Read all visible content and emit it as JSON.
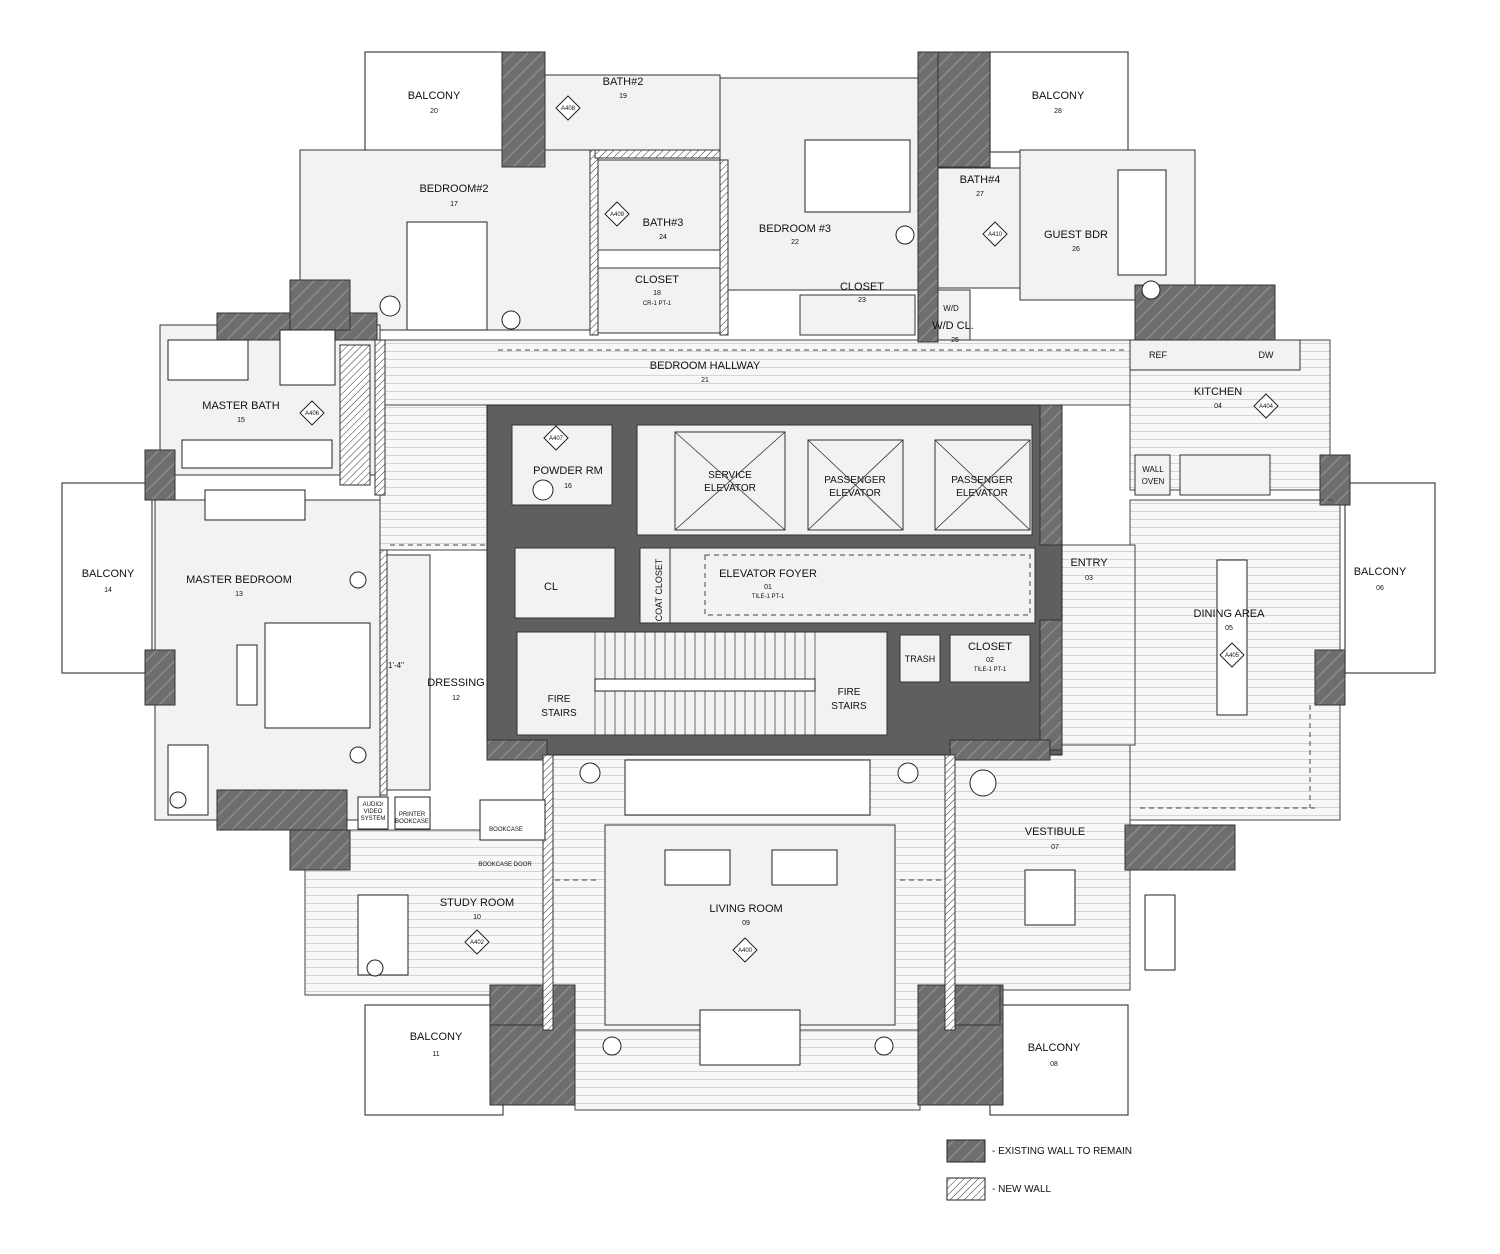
{
  "rooms": {
    "balcony_20": {
      "label": "BALCONY",
      "num": "20"
    },
    "bath2": {
      "label": "BATH#2",
      "num": "19"
    },
    "balcony_28": {
      "label": "BALCONY",
      "num": "28"
    },
    "bedroom2": {
      "label": "BEDROOM#2",
      "num": "17"
    },
    "bath3": {
      "label": "BATH#3",
      "num": "24"
    },
    "bedroom3": {
      "label": "BEDROOM #3",
      "num": "22"
    },
    "bath4": {
      "label": "BATH#4",
      "num": "27"
    },
    "guest_bdr": {
      "label": "GUEST BDR",
      "num": "26"
    },
    "closet18": {
      "label": "CLOSET",
      "num": "18",
      "tags": "CR-1  PT-1"
    },
    "closet23": {
      "label": "CLOSET",
      "num": "23"
    },
    "wd": {
      "label": "W/D",
      "sub": "W/D CL.",
      "num": "25"
    },
    "bedroom_hallway": {
      "label": "BEDROOM HALLWAY",
      "num": "21"
    },
    "ref": {
      "label": "REF"
    },
    "dw": {
      "label": "DW"
    },
    "kitchen": {
      "label": "KITCHEN",
      "num": "04"
    },
    "master_bath": {
      "label": "MASTER BATH",
      "num": "15"
    },
    "powder": {
      "label": "POWDER RM",
      "num": "16"
    },
    "service_elevator": {
      "label1": "SERVICE",
      "label2": "ELEVATOR"
    },
    "passenger_elevator_1": {
      "label1": "PASSENGER",
      "label2": "ELEVATOR"
    },
    "passenger_elevator_2": {
      "label1": "PASSENGER",
      "label2": "ELEVATOR"
    },
    "wall_oven": {
      "label1": "WALL",
      "label2": "OVEN"
    },
    "balcony_14": {
      "label": "BALCONY",
      "num": "14"
    },
    "master_bedroom": {
      "label": "MASTER BEDROOM",
      "num": "13"
    },
    "cl": {
      "label": "CL"
    },
    "coat_closet": {
      "label": "COAT CLOSET"
    },
    "elevator_foyer": {
      "label": "ELEVATOR FOYER",
      "num": "01",
      "tags": "TILE-1  PT-1"
    },
    "entry": {
      "label": "ENTRY",
      "num": "03"
    },
    "balcony_06": {
      "label": "BALCONY",
      "num": "06"
    },
    "dining": {
      "label": "DINING AREA",
      "num": "05"
    },
    "dressing": {
      "label": "DRESSING",
      "num": "12",
      "dim": "1'-4\""
    },
    "fire_stairs_left": {
      "label1": "FIRE",
      "label2": "STAIRS"
    },
    "fire_stairs_right": {
      "label1": "FIRE",
      "label2": "STAIRS"
    },
    "trash": {
      "label": "TRASH"
    },
    "closet02": {
      "label": "CLOSET",
      "num": "02",
      "tags": "TILE-1  PT-1"
    },
    "vestibule": {
      "label": "VESTIBULE",
      "num": "07"
    },
    "audio": {
      "label1": "AUDIO/",
      "label2": "VIDEO",
      "label3": "SYSTEM"
    },
    "printer": {
      "label1": "PRINTER",
      "label2": "BOOKCASE"
    },
    "bookcase": {
      "label": "BOOKCASE"
    },
    "bookcase_door": {
      "label": "BOOKCASE DOOR"
    },
    "study": {
      "label": "STUDY ROOM",
      "num": "10"
    },
    "living": {
      "label": "LIVING ROOM",
      "num": "09"
    },
    "balcony_11": {
      "label": "BALCONY",
      "num": "11"
    },
    "balcony_08": {
      "label": "BALCONY",
      "num": "08"
    }
  },
  "elevation_tags": {
    "a408": "A408",
    "a409": "A409",
    "a410": "A410",
    "a406": "A406",
    "a407": "A407",
    "a404": "A404",
    "a405": "A405",
    "a402": "A402",
    "a400": "A400"
  },
  "legend": {
    "existing": "- EXISTING WALL TO REMAIN",
    "new": "- NEW WALL"
  }
}
